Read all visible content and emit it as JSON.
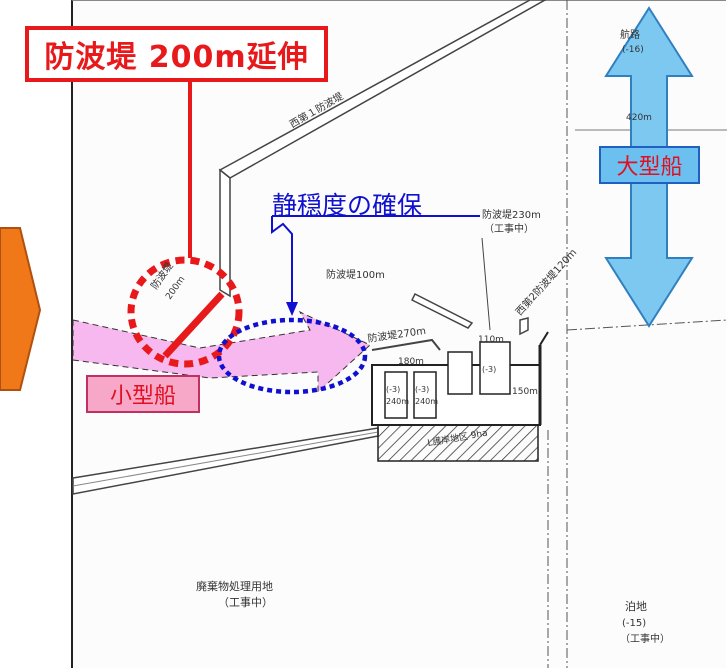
{
  "labels": {
    "breakwater_extension": "防波堤 200m延伸",
    "calm_water": "静穏度の確保",
    "small_ship": "小型船",
    "large_ship": "大型船"
  },
  "map_text": {
    "west_breakwater_1": "西第１防波堤",
    "breakwater_200": "防波堤",
    "breakwater_200_len": "200m",
    "breakwater_100": "防波堤100m",
    "breakwater_270": "防波堤270m",
    "breakwater_230": "防波堤230m",
    "breakwater_230_note": "（工事中）",
    "west_breakwater_2": "西第2防波堤120m",
    "len_180": "180m",
    "len_110": "110m",
    "len_150": "150m",
    "depth_3a": "(-3)",
    "depth_3a_len": "240m",
    "depth_3b": "(-3)",
    "depth_3b_len": "240m",
    "depth_3c": "(-3)",
    "land_area": "L護岸地区 9ha",
    "waste_site": "廃棄物処理用地",
    "waste_site_note": "（工事中）",
    "anchorage": "泊地",
    "anchorage_depth": "(-15)",
    "anchorage_note": "（工事中）",
    "channel_top": "航路",
    "channel_depth": "(-16)",
    "channel_width": "420m"
  },
  "colors": {
    "red": "#e8191a",
    "blue_dotted": "#1010d0",
    "pink_arrow": "#f6b8ee",
    "cyan_arrow": "#7cc8f0",
    "orange_arrow": "#f07818"
  }
}
